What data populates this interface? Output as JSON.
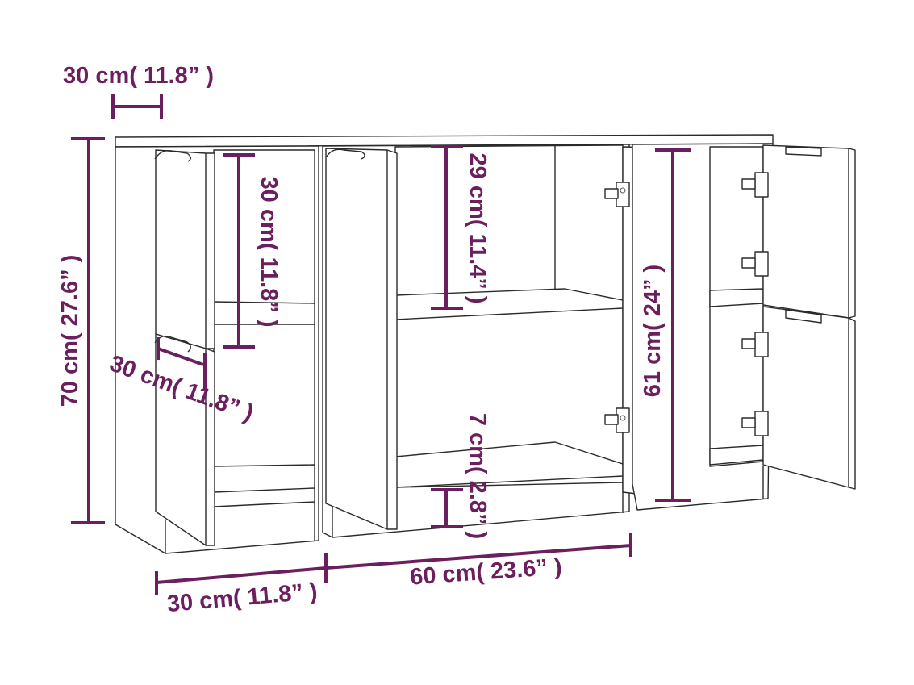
{
  "colors": {
    "dimension": "#6b1f5e",
    "outline": "#2b2b2b",
    "background": "#ffffff"
  },
  "dimensions": {
    "panel_thickness": "30 cm( 11.8” )",
    "total_height": "70 cm( 27.6” )",
    "left_upper_door_height": "30 cm( 11.8” )",
    "left_door_depth": "30 cm( 11.8” )",
    "middle_upper_compartment_height": "29 cm( 11.4” )",
    "plinth_height": "7 cm( 2.8” )",
    "right_door_height": "61 cm( 24” )",
    "left_cabinet_width": "30 cm( 11.8” )",
    "middle_cabinet_width": "60 cm( 23.6” )"
  }
}
